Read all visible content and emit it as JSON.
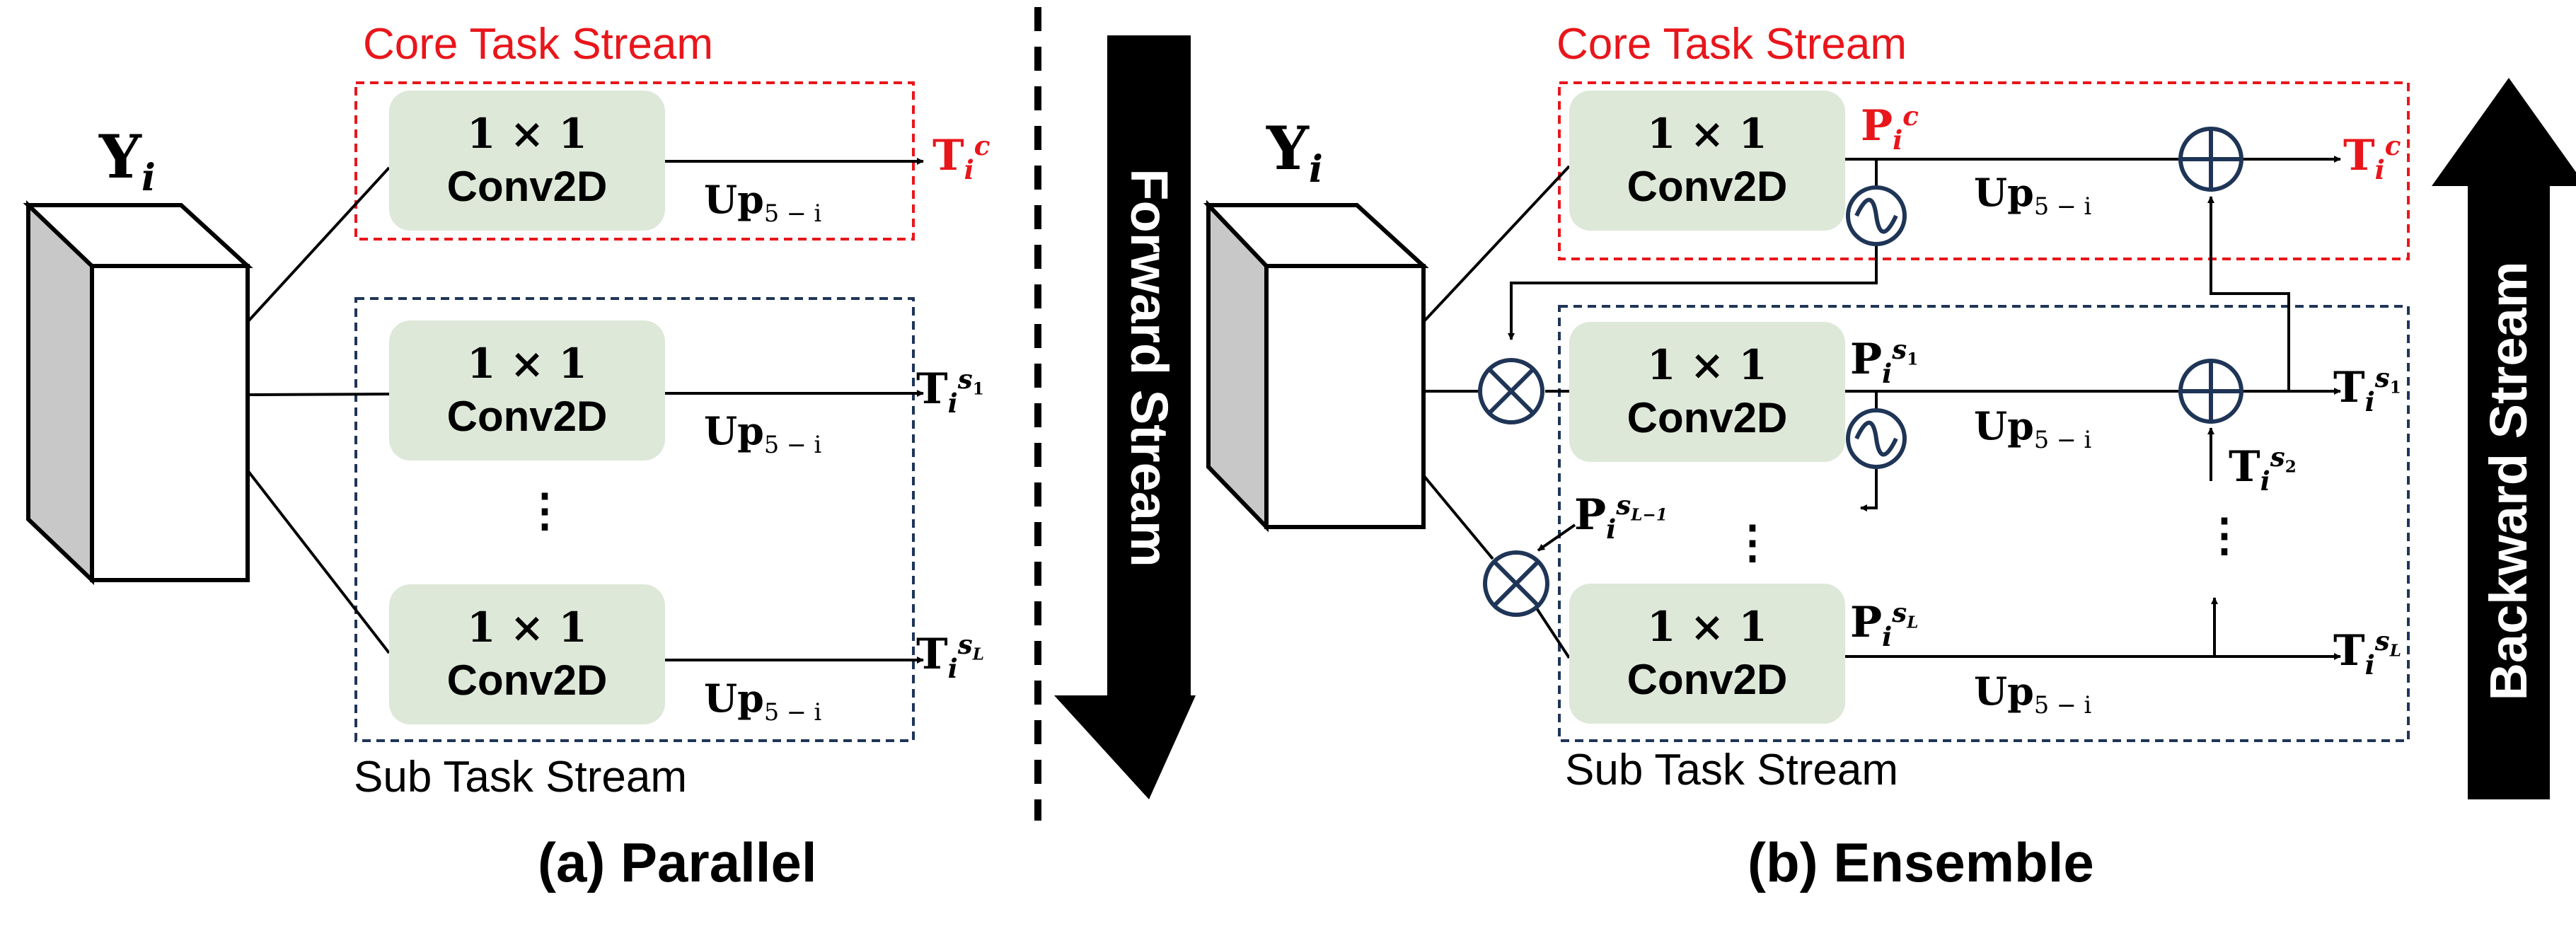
{
  "panel_a": {
    "caption": "(a) Parallel",
    "core_label": "Core Task Stream",
    "sub_label": "Sub Task Stream",
    "input": {
      "base": "Y",
      "sub": "i"
    },
    "conv_line1": "1 × 1",
    "conv_line2": "Conv2D",
    "up": {
      "base": "Up",
      "sub": "5 − i"
    },
    "outputs": [
      {
        "base": "T",
        "sub": "i",
        "sup": "c"
      },
      {
        "base": "T",
        "sub": "i",
        "sup": "s",
        "supsub": "1"
      },
      {
        "base": "T",
        "sub": "i",
        "sup": "s",
        "supsub": "L"
      }
    ],
    "dots": "⋮"
  },
  "panel_b": {
    "caption": "(b) Ensemble",
    "core_label": "Core Task Stream",
    "sub_label": "Sub Task Stream",
    "input": {
      "base": "Y",
      "sub": "i"
    },
    "conv_line1": "1 × 1",
    "conv_line2": "Conv2D",
    "up": {
      "base": "Up",
      "sub": "5 − i"
    },
    "p_labels": [
      {
        "base": "P",
        "sub": "i",
        "sup": "c"
      },
      {
        "base": "P",
        "sub": "i",
        "sup": "s",
        "supsub": "1"
      },
      {
        "base": "P",
        "sub": "i",
        "sup": "s",
        "supsub": "L−1"
      },
      {
        "base": "P",
        "sub": "i",
        "sup": "s",
        "supsub": "L"
      }
    ],
    "outputs": [
      {
        "base": "T",
        "sub": "i",
        "sup": "c"
      },
      {
        "base": "T",
        "sub": "i",
        "sup": "s",
        "supsub": "1"
      },
      {
        "base": "T",
        "sub": "i",
        "sup": "s",
        "supsub": "2"
      },
      {
        "base": "T",
        "sub": "i",
        "sup": "s",
        "supsub": "L"
      }
    ],
    "dots": "⋮"
  },
  "forward_stream": "Forward Stream",
  "backward_stream": "Backward Stream",
  "colors": {
    "core_dashed": "#e8161b",
    "sub_dashed": "#1f3557",
    "conv_fill": "#dde8d8",
    "op_circle": "#1f3557",
    "core_text": "#e8161b"
  }
}
